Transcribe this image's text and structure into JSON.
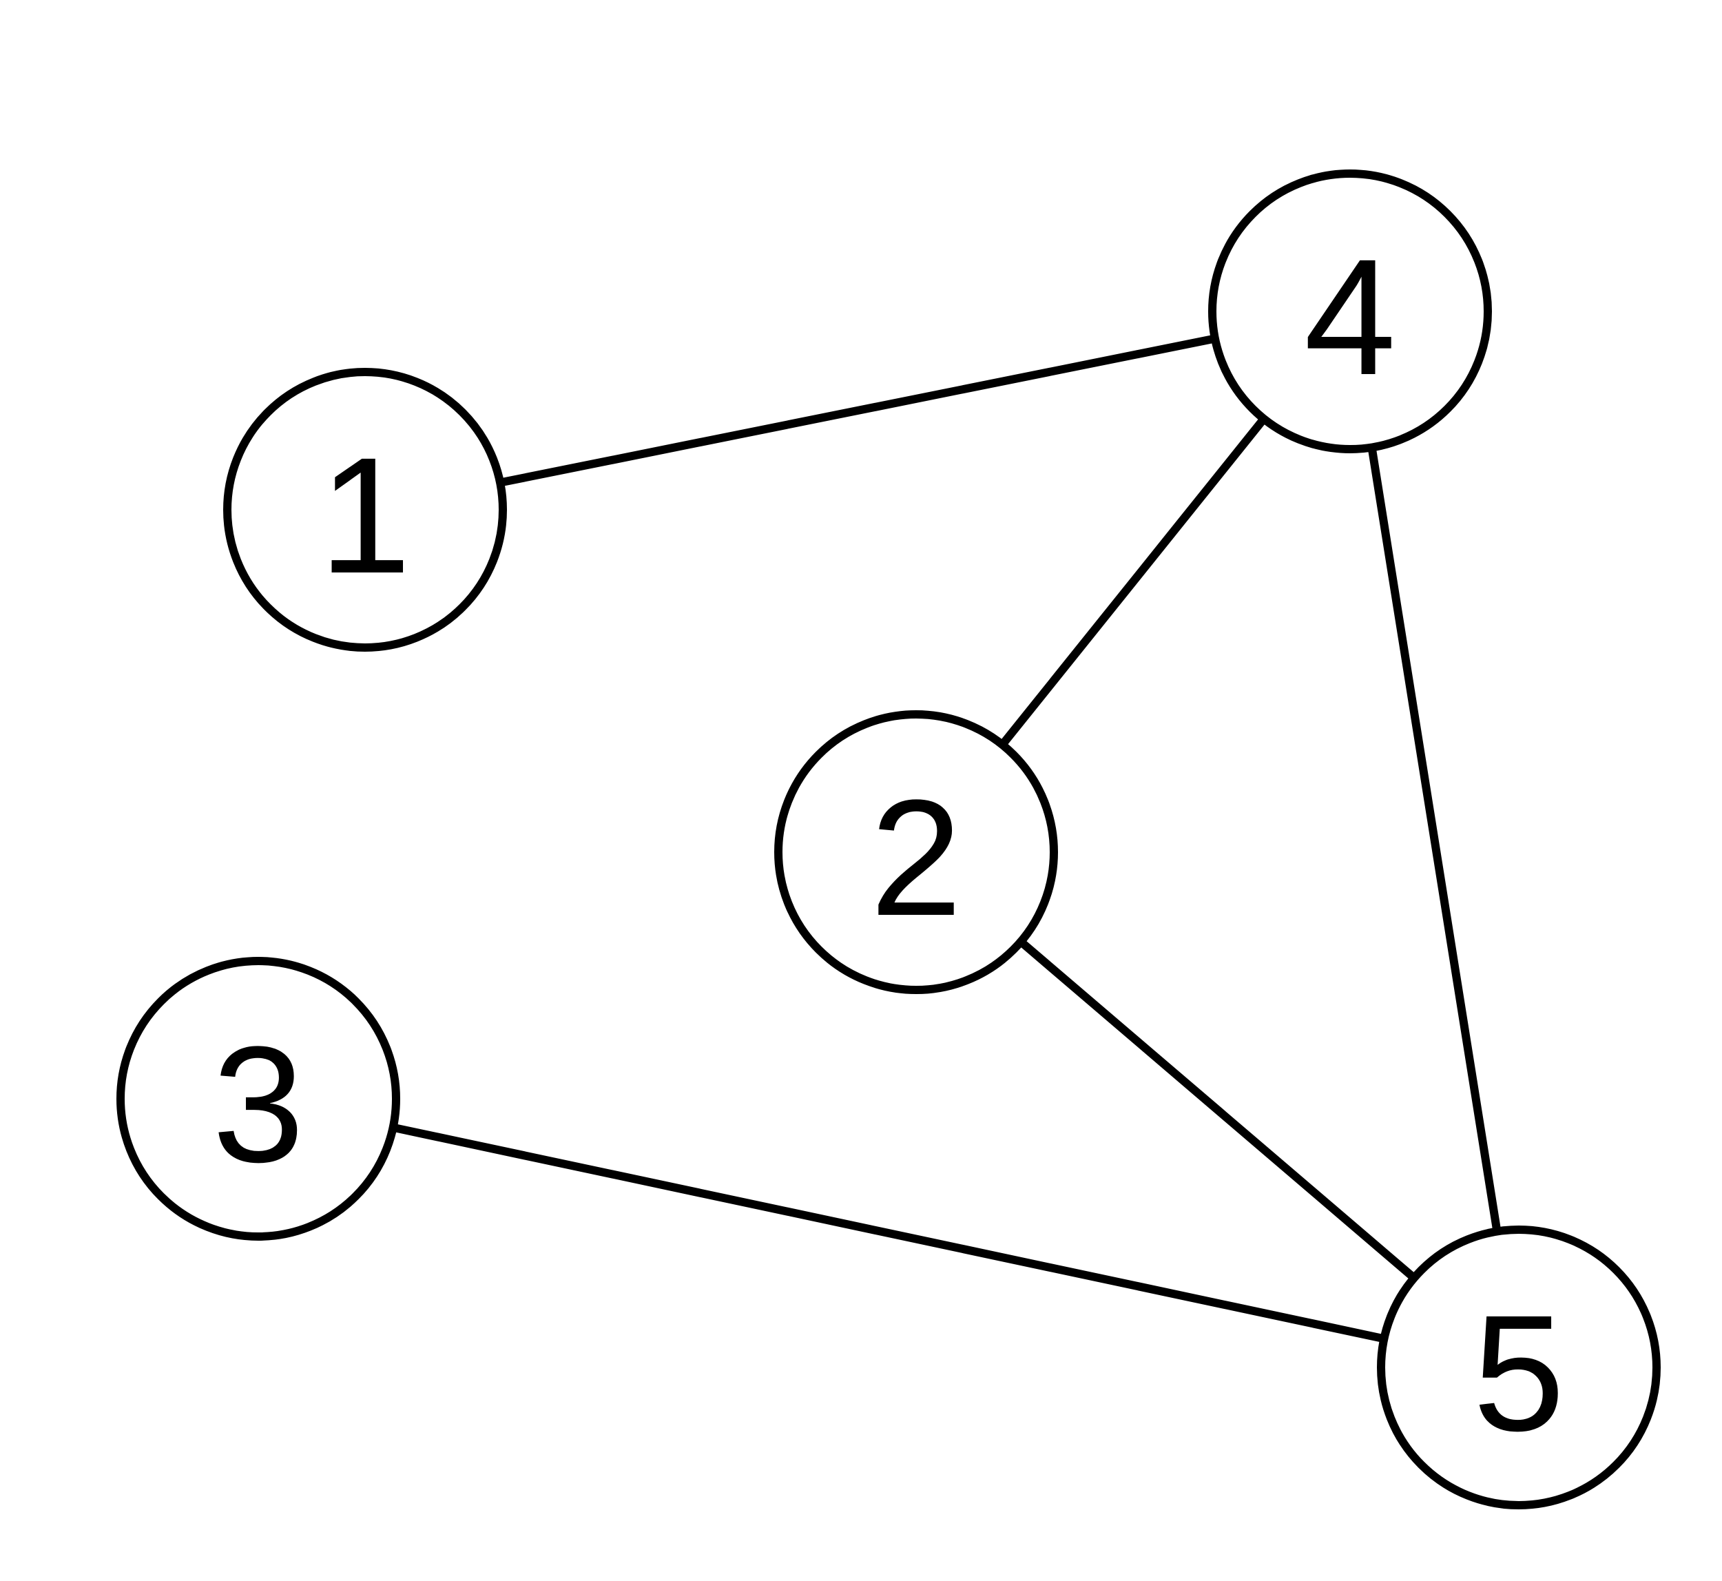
{
  "graph": {
    "nodes": [
      {
        "id": "1",
        "label": "1"
      },
      {
        "id": "2",
        "label": "2"
      },
      {
        "id": "3",
        "label": "3"
      },
      {
        "id": "4",
        "label": "4"
      },
      {
        "id": "5",
        "label": "5"
      }
    ],
    "edges": [
      {
        "from": "1",
        "to": "4"
      },
      {
        "from": "4",
        "to": "2"
      },
      {
        "from": "4",
        "to": "5"
      },
      {
        "from": "2",
        "to": "5"
      },
      {
        "from": "3",
        "to": "5"
      }
    ],
    "colors": {
      "stroke": "#000000",
      "fill": "#ffffff",
      "text": "#000000"
    }
  }
}
